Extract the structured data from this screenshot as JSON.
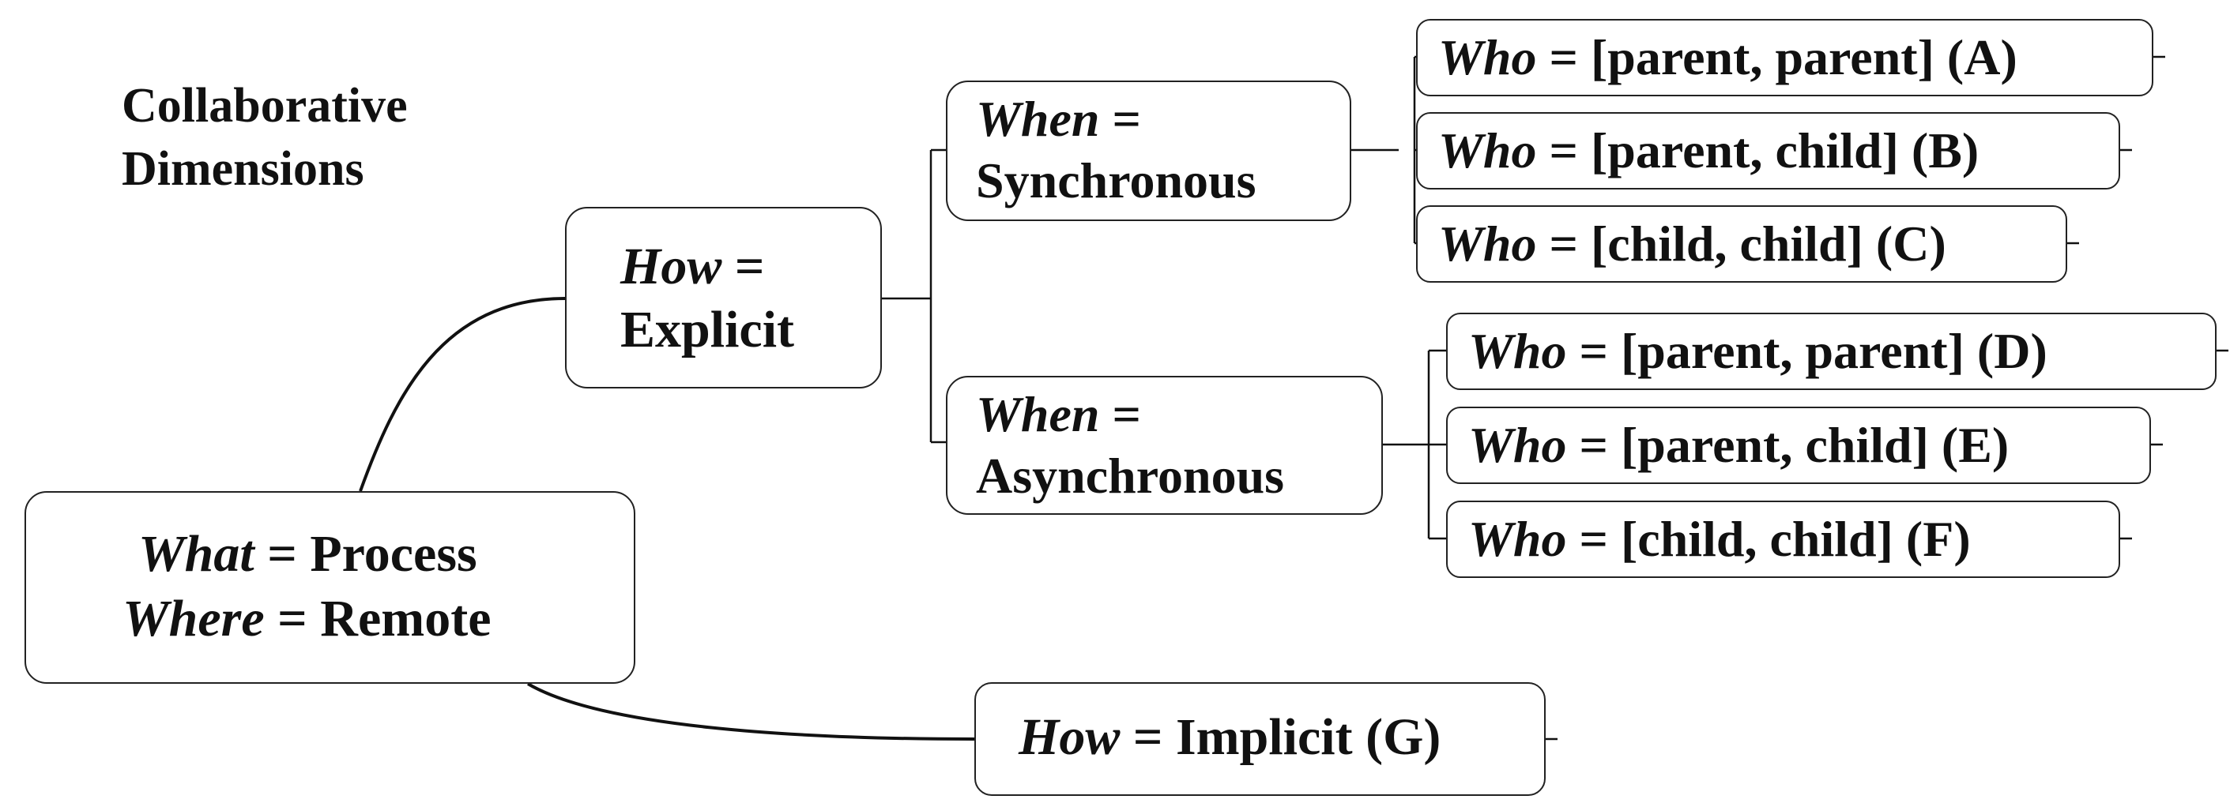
{
  "title": [
    "Collaborative",
    "Dimensions"
  ],
  "nodes": {
    "root": {
      "what_key": "What",
      "what_val": "= Process",
      "where_key": "Where",
      "where_val": "= Remote"
    },
    "explicit": {
      "key": "How",
      "eq": "=",
      "val": "Explicit"
    },
    "implicit": {
      "key": "How",
      "val": "= Implicit (G)"
    },
    "sync": {
      "key": "When",
      "eq": "=",
      "val": "Synchronous"
    },
    "async": {
      "key": "When",
      "eq": "=",
      "val": "Asynchronous"
    },
    "who": [
      {
        "key": "Who",
        "val": "= [parent, parent] (A)"
      },
      {
        "key": "Who",
        "val": "= [parent, child] (B)"
      },
      {
        "key": "Who",
        "val": "= [child, child] (C)"
      },
      {
        "key": "Who",
        "val": "= [parent, parent] (D)"
      },
      {
        "key": "Who",
        "val": "= [parent, child] (E)"
      },
      {
        "key": "Who",
        "val": "= [child, child] (F)"
      }
    ]
  },
  "colors": {
    "line": "#111111",
    "border": "#222222",
    "text": "#111111"
  }
}
